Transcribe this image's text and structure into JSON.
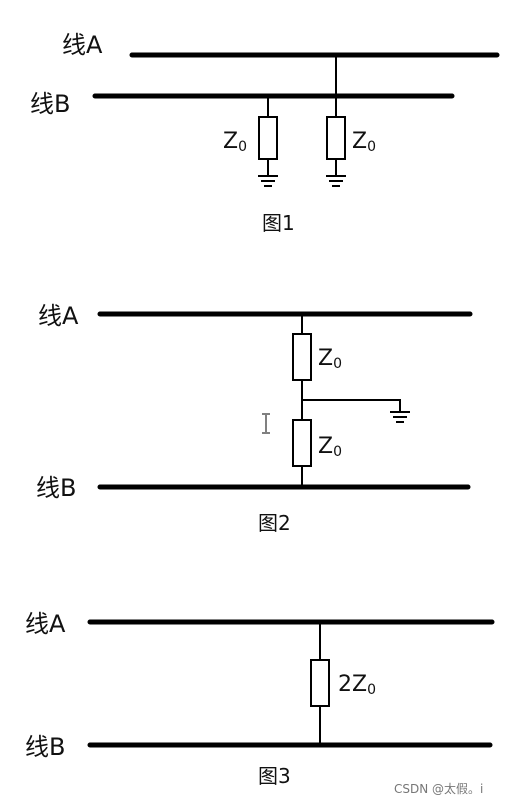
{
  "fig1": {
    "line_a": "线A",
    "line_b": "线B",
    "imp1": "Z",
    "imp1_sub": "0",
    "imp2": "Z",
    "imp2_sub": "0",
    "caption": "图1"
  },
  "fig2": {
    "line_a": "线A",
    "line_b": "线B",
    "imp1": "Z",
    "imp1_sub": "0",
    "imp2": "Z",
    "imp2_sub": "0",
    "caption": "图2"
  },
  "fig3": {
    "line_a": "线A",
    "line_b": "线B",
    "imp": "2Z",
    "imp_sub": "0",
    "caption": "图3"
  },
  "watermark": "CSDN @太假。i"
}
